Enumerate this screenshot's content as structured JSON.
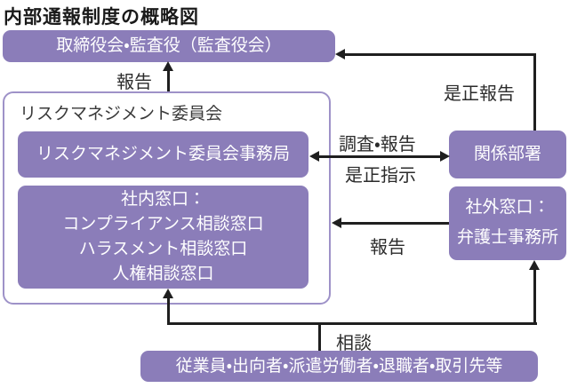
{
  "title": "内部通報制度の概略図",
  "colors": {
    "box_fill": "#8b7db9",
    "outer_box_border": "#9e92c8",
    "arrow": "#1f1f1f",
    "box_text": "#ffffff",
    "label_text": "#2b2b2b"
  },
  "boxes": {
    "board": {
      "label": "取締役会・監査役（監査役会）"
    },
    "committee": {
      "label": "リスクマネジメント委員会"
    },
    "secretariat": {
      "label": "リスクマネジメント委員会事務局"
    },
    "internal_contact": {
      "lines": [
        "社内窓口：",
        "コンプライアンス相談窓口",
        "ハラスメント相談窓口",
        "人権相談窓口"
      ]
    },
    "related_dept": {
      "label": "関係部署"
    },
    "external_contact": {
      "lines": [
        "社外窓口：",
        "弁護士事務所"
      ]
    },
    "stakeholders": {
      "label": "従業員・出向者・派遣労働者・退職者・取引先等"
    }
  },
  "arrows": {
    "report_to_board": "報告",
    "correction_report": "是正報告",
    "investigation_report": "調査・報告",
    "correction_instruction": "是正指示",
    "report_internal": "報告",
    "consultation": "相談"
  }
}
